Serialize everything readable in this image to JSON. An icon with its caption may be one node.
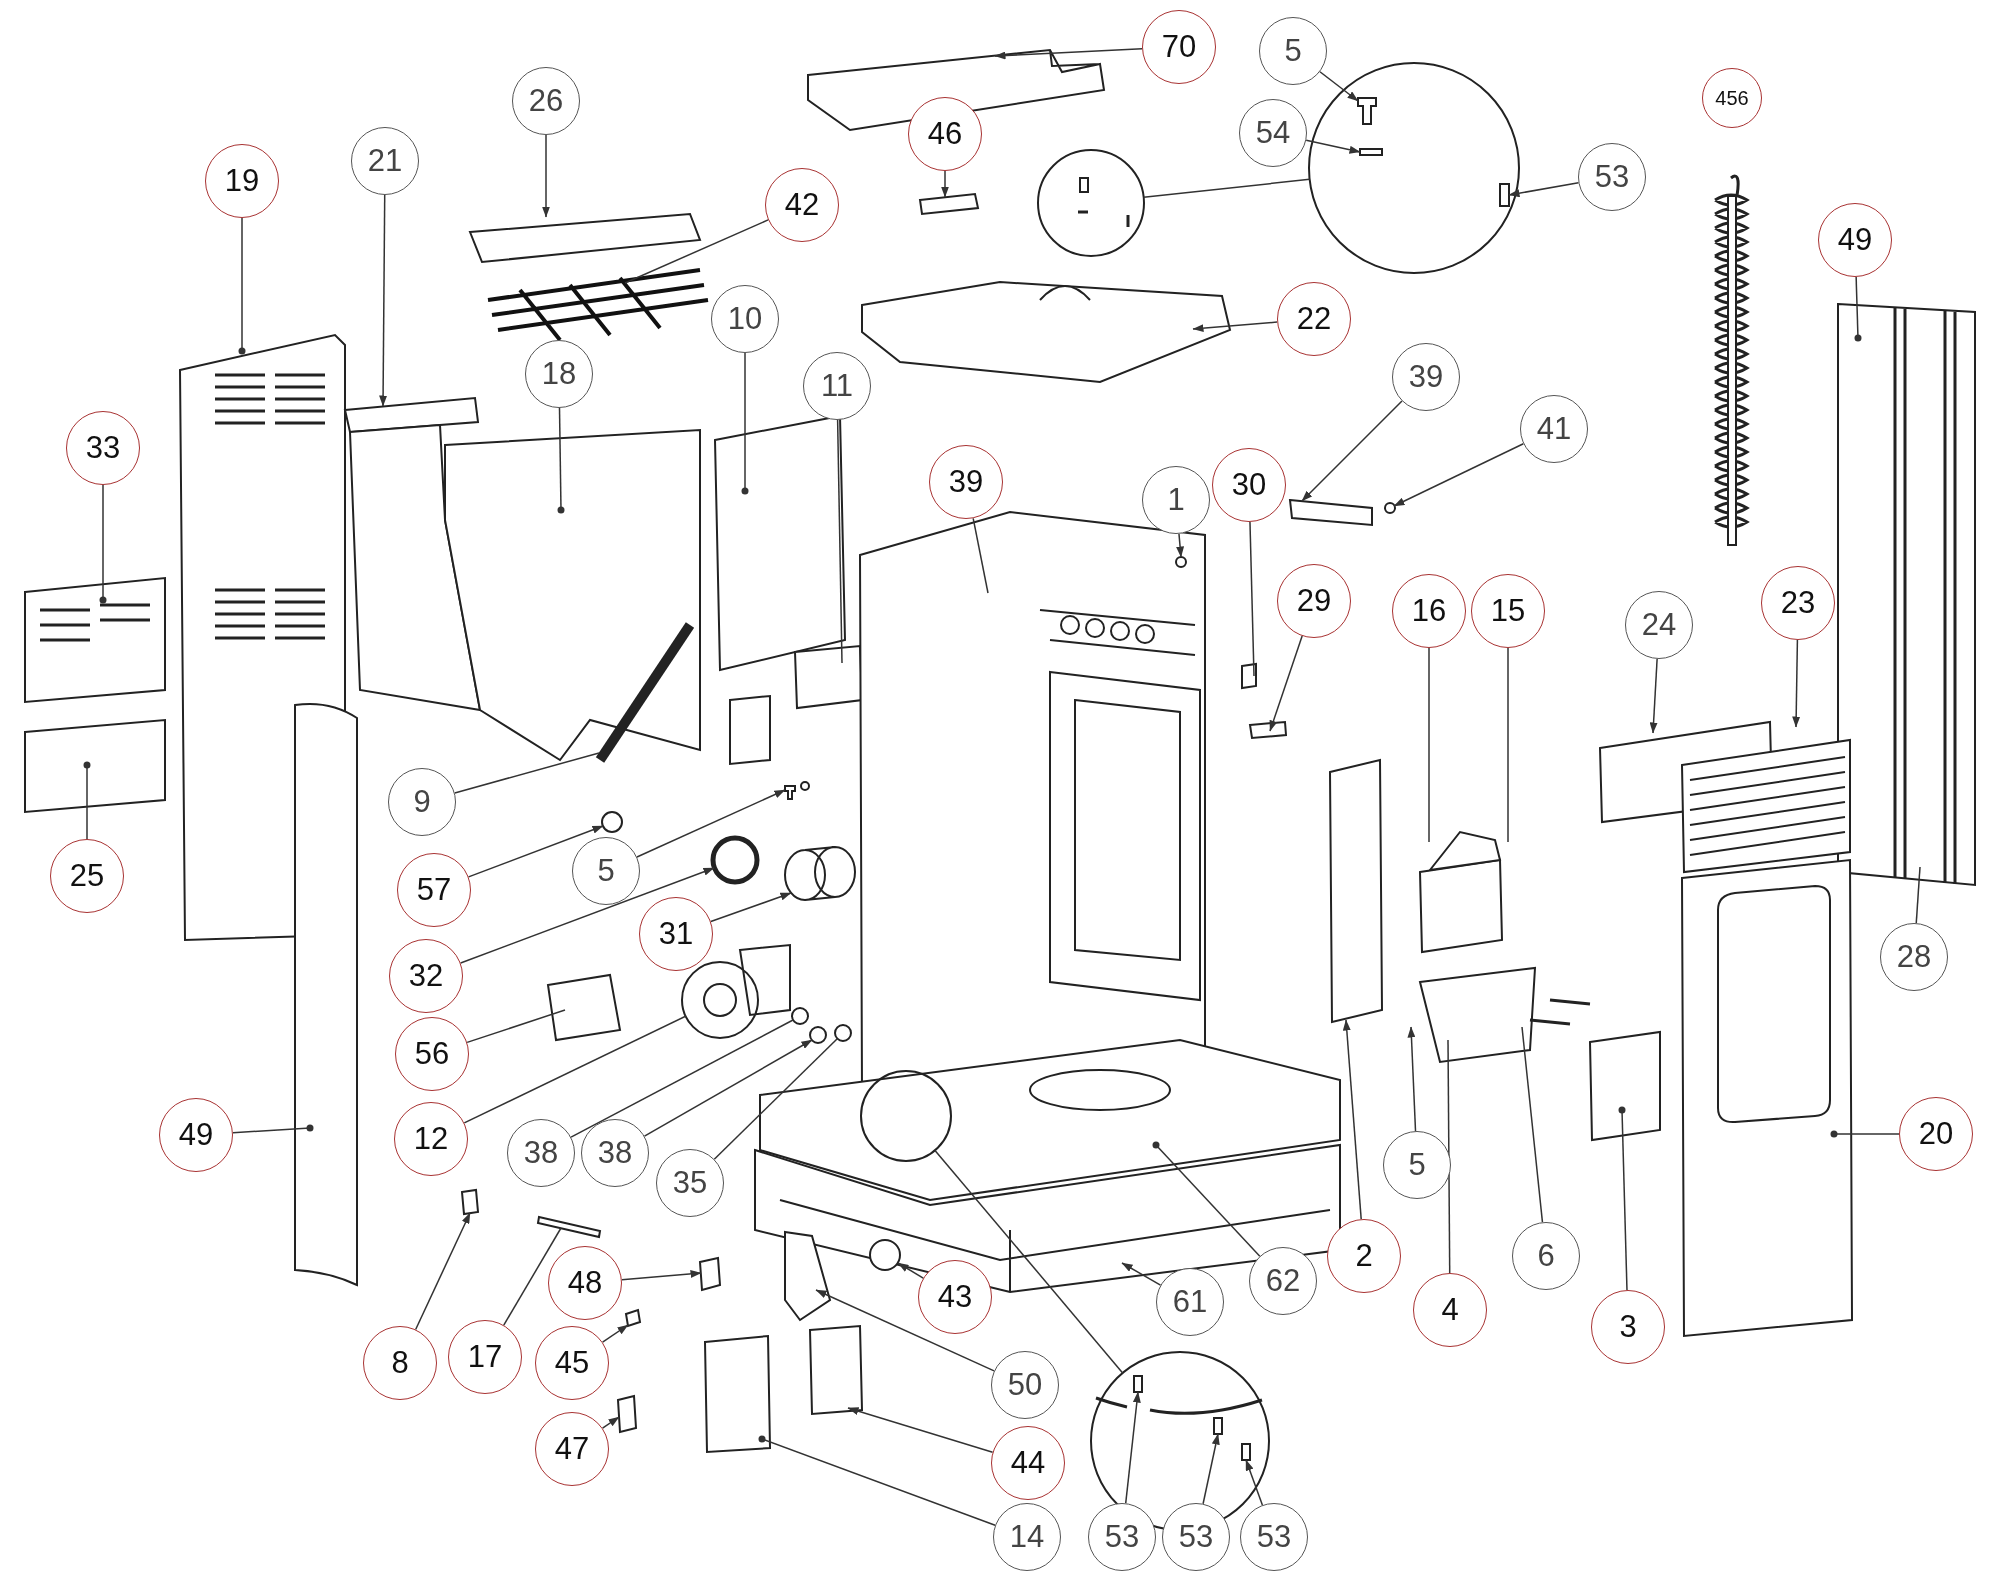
{
  "diagram": {
    "nodes": [
      {
        "text": [
          "70"
        ]
      },
      {
        "text": [
          "46"
        ]
      },
      {
        "text": [
          "5"
        ]
      },
      {
        "text": [
          "54"
        ]
      },
      {
        "text": [
          "53"
        ]
      },
      {
        "text": [
          "456"
        ]
      },
      {
        "text": [
          "26"
        ]
      },
      {
        "text": [
          "21"
        ]
      },
      {
        "text": [
          "19"
        ]
      },
      {
        "text": [
          "42"
        ]
      },
      {
        "text": [
          "22"
        ]
      },
      {
        "text": [
          "49"
        ]
      },
      {
        "text": [
          "39"
        ]
      },
      {
        "text": [
          "41"
        ]
      },
      {
        "text": [
          "33"
        ]
      },
      {
        "text": [
          "18"
        ]
      },
      {
        "text": [
          "10"
        ]
      },
      {
        "text": [
          "11"
        ]
      },
      {
        "text": [
          "39"
        ]
      },
      {
        "text": [
          "1"
        ]
      },
      {
        "text": [
          "30"
        ]
      },
      {
        "text": [
          "29"
        ]
      },
      {
        "text": [
          "16"
        ]
      },
      {
        "text": [
          "15"
        ]
      },
      {
        "text": [
          "24"
        ]
      },
      {
        "text": [
          "23"
        ]
      },
      {
        "text": [
          "9"
        ]
      },
      {
        "text": [
          "25"
        ]
      },
      {
        "text": [
          "57"
        ]
      },
      {
        "text": [
          "5"
        ]
      },
      {
        "text": [
          "32"
        ]
      },
      {
        "text": [
          "31"
        ]
      },
      {
        "text": [
          "28"
        ]
      },
      {
        "text": [
          "56"
        ]
      },
      {
        "text": [
          "49"
        ]
      },
      {
        "text": [
          "12"
        ]
      },
      {
        "text": [
          "38"
        ]
      },
      {
        "text": [
          "38"
        ]
      },
      {
        "text": [
          "35"
        ]
      },
      {
        "text": [
          "5"
        ]
      },
      {
        "text": [
          "20"
        ]
      },
      {
        "text": [
          "2"
        ]
      },
      {
        "text": [
          "4"
        ]
      },
      {
        "text": [
          "6"
        ]
      },
      {
        "text": [
          "3"
        ]
      },
      {
        "text": [
          "61"
        ]
      },
      {
        "text": [
          "62"
        ]
      },
      {
        "text": [
          "43"
        ]
      },
      {
        "text": [
          "48"
        ]
      },
      {
        "text": [
          "8"
        ]
      },
      {
        "text": [
          "17"
        ]
      },
      {
        "text": [
          "45"
        ]
      },
      {
        "text": [
          "50"
        ]
      },
      {
        "text": [
          "44"
        ]
      },
      {
        "text": [
          "47"
        ]
      },
      {
        "text": [
          "14"
        ]
      },
      {
        "text": [
          "53"
        ]
      },
      {
        "text": [
          "53"
        ]
      },
      {
        "text": [
          "53"
        ]
      },
      {
        "text": [],
        "shape": "circle"
      },
      {
        "text": [],
        "shape": "circle"
      },
      {
        "text": [],
        "shape": "circle"
      },
      {
        "text": [],
        "shape": "circle"
      },
      {
        "text": [],
        "shape": "picture"
      },
      {
        "text": [],
        "shape": "picture",
        "in": 60
      },
      {
        "text": [],
        "shape": "box",
        "in": 60
      },
      {
        "text": [],
        "shape": "box",
        "in": 60
      },
      {
        "text": [],
        "shape": "box"
      },
      {
        "text": [],
        "shape": "circle"
      },
      {
        "text": [],
        "shape": "box"
      },
      {
        "text": [],
        "shape": "circle"
      },
      {
        "text": [],
        "shape": "box"
      },
      {
        "text": [],
        "shape": "box"
      },
      {
        "text": [],
        "shape": "box"
      },
      {
        "text": [],
        "shape": "box",
        "in": 62
      },
      {
        "text": [],
        "shape": "box",
        "in": 62
      },
      {
        "text": [],
        "shape": "box",
        "in": 62
      },
      {
        "text": [],
        "shape": "circle"
      },
      {
        "text": [],
        "shape": "circle"
      },
      {
        "text": [],
        "shape": "circle"
      },
      {
        "text": [],
        "shape": "circle"
      },
      {
        "text": [],
        "shape": "picture"
      },
      {
        "text": [],
        "shape": "circle"
      },
      {
        "text": [],
        "shape": "box"
      },
      {
        "text": [],
        "shape": "box"
      },
      {
        "text": [],
        "shape": "circle"
      },
      {
        "text": [],
        "shape": "cylinder"
      }
    ],
    "edges": [
      {
        "from": 0,
        "to": 63,
        "arrow": "to"
      },
      {
        "from": 1,
        "to": null,
        "arrow": "to"
      },
      {
        "from": 2,
        "to": 64,
        "arrow": "to"
      },
      {
        "from": 3,
        "to": 65,
        "arrow": "to"
      },
      {
        "from": 4,
        "to": 66,
        "arrow": "to"
      },
      {
        "from": 6,
        "to": null,
        "arrow": "to"
      },
      {
        "from": 7,
        "to": null,
        "arrow": "to"
      },
      {
        "from": 8,
        "to": null,
        "arrow": "other"
      },
      {
        "from": 9,
        "to": null,
        "arrow": "none"
      },
      {
        "from": 10,
        "to": null,
        "arrow": "to"
      },
      {
        "from": 11,
        "to": null,
        "arrow": "other"
      },
      {
        "from": 12,
        "to": 67,
        "arrow": "to"
      },
      {
        "from": 13,
        "to": 77,
        "arrow": "to"
      },
      {
        "from": 14,
        "to": null,
        "arrow": "other"
      },
      {
        "from": 15,
        "to": null,
        "arrow": "other"
      },
      {
        "from": 16,
        "to": null,
        "arrow": "other"
      },
      {
        "from": 17,
        "to": null,
        "arrow": "none"
      },
      {
        "from": 18,
        "to": null,
        "arrow": "none"
      },
      {
        "from": 19,
        "to": 85,
        "arrow": "to"
      },
      {
        "from": 20,
        "to": null,
        "arrow": "none"
      },
      {
        "from": 21,
        "to": null,
        "arrow": "to"
      },
      {
        "from": 22,
        "to": null,
        "arrow": "none"
      },
      {
        "from": 23,
        "to": null,
        "arrow": "none"
      },
      {
        "from": 24,
        "to": null,
        "arrow": "to"
      },
      {
        "from": 25,
        "to": null,
        "arrow": "to"
      },
      {
        "from": 26,
        "to": null,
        "arrow": "none"
      },
      {
        "from": 27,
        "to": null,
        "arrow": "other"
      },
      {
        "from": 28,
        "to": 68,
        "arrow": "to"
      },
      {
        "from": 29,
        "to": 69,
        "arrow": "to"
      },
      {
        "from": 30,
        "to": 78,
        "arrow": "to"
      },
      {
        "from": 31,
        "to": 86,
        "arrow": "to"
      },
      {
        "from": 32,
        "to": null,
        "arrow": "none"
      },
      {
        "from": 33,
        "to": null,
        "arrow": "none"
      },
      {
        "from": 34,
        "to": null,
        "arrow": "other"
      },
      {
        "from": 35,
        "to": 81,
        "arrow": "none"
      },
      {
        "from": 36,
        "to": 79,
        "arrow": "none"
      },
      {
        "from": 37,
        "to": 70,
        "arrow": "to"
      },
      {
        "from": 38,
        "to": 80,
        "arrow": "none"
      },
      {
        "from": 39,
        "to": null,
        "arrow": "to"
      },
      {
        "from": 40,
        "to": null,
        "arrow": "other"
      },
      {
        "from": 41,
        "to": null,
        "arrow": "to"
      },
      {
        "from": 42,
        "to": null,
        "arrow": "none"
      },
      {
        "from": 43,
        "to": null,
        "arrow": "none"
      },
      {
        "from": 44,
        "to": null,
        "arrow": "other"
      },
      {
        "from": 45,
        "to": null,
        "arrow": "to"
      },
      {
        "from": 46,
        "to": null,
        "arrow": "other"
      },
      {
        "from": 47,
        "to": 82,
        "arrow": "to"
      },
      {
        "from": 48,
        "to": 71,
        "arrow": "to"
      },
      {
        "from": 49,
        "to": 72,
        "arrow": "to"
      },
      {
        "from": 50,
        "to": 73,
        "arrow": "none"
      },
      {
        "from": 51,
        "to": 83,
        "arrow": "to"
      },
      {
        "from": 52,
        "to": null,
        "arrow": "to"
      },
      {
        "from": 53,
        "to": null,
        "arrow": "to"
      },
      {
        "from": 54,
        "to": 84,
        "arrow": "to"
      },
      {
        "from": 55,
        "to": null,
        "arrow": "other"
      },
      {
        "from": 56,
        "to": 74,
        "arrow": "to"
      },
      {
        "from": 57,
        "to": 75,
        "arrow": "to"
      },
      {
        "from": 58,
        "to": 76,
        "arrow": "to"
      },
      {
        "from": 59,
        "to": 60,
        "arrow": "none"
      },
      {
        "from": 61,
        "to": 62,
        "arrow": "none"
      }
    ]
  }
}
